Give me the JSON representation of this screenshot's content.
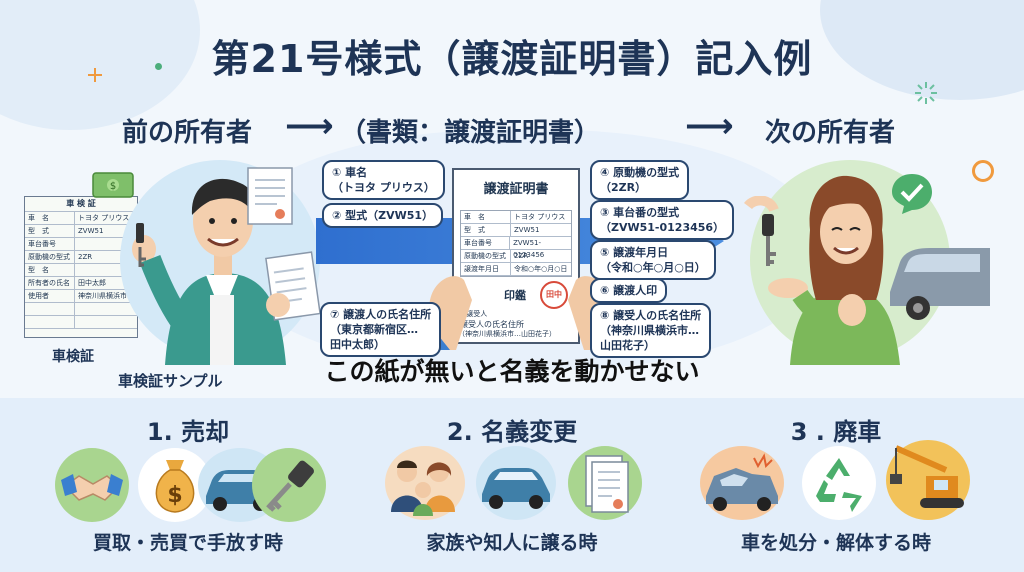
{
  "title": "第21号様式（譲渡証明書）記入例",
  "flow": {
    "previous_owner": "前の所有者",
    "document": "（書類：譲渡証明書）",
    "next_owner": "次の所有者",
    "arrow_glyph": "⟶"
  },
  "shaken": {
    "doc_title": "車 検 証",
    "rows": [
      {
        "k": "車　名",
        "v": "トヨタ プリウス"
      },
      {
        "k": "型　式",
        "v": "ZVW51"
      },
      {
        "k": "車台番号",
        "v": ""
      },
      {
        "k": "原動機の型式",
        "v": "2ZR"
      },
      {
        "k": "型　名",
        "v": ""
      },
      {
        "k": "所有者の氏名",
        "v": "田中太郎"
      },
      {
        "k": "使用者",
        "v": "神奈川県横浜市"
      },
      {
        "k": "",
        "v": ""
      },
      {
        "k": "",
        "v": ""
      }
    ],
    "label": "車検証",
    "sample_label": "車検証サンプル"
  },
  "cert": {
    "doc_title": "譲渡証明書",
    "rows": [
      {
        "k": "車　名",
        "v": "トヨタ プリウス"
      },
      {
        "k": "型　式",
        "v": "ZVW51"
      },
      {
        "k": "車台番号",
        "v": "ZVW51-0123456"
      },
      {
        "k": "原動機の型式",
        "v": "2ZR"
      },
      {
        "k": "譲渡年月日",
        "v": "令和○年○月○日"
      }
    ],
    "seal_label": "印鑑",
    "seal_char": "田中",
    "transferee_tag": "⑧譲受人",
    "transferee_line1": "譲受人の氏名住所",
    "transferee_line2": "（神奈川県横浜市…山田花子）"
  },
  "callouts": [
    {
      "lines": [
        "① 車名",
        "（トヨタ プリウス）"
      ]
    },
    {
      "lines": [
        "② 型式（ZVW51）"
      ]
    },
    {
      "lines": [
        "⑦ 譲渡人の氏名住所",
        "（東京都新宿区…",
        "田中太郎）"
      ]
    },
    {
      "lines": [
        "④ 原動機の型式",
        "（2ZR）"
      ]
    },
    {
      "lines": [
        "③ 車台番の型式",
        "（ZVW51-0123456）"
      ]
    },
    {
      "lines": [
        "⑤ 譲渡年月日",
        "（令和○年○月○日）"
      ]
    },
    {
      "lines": [
        "⑥ 譲渡人印"
      ]
    },
    {
      "lines": [
        "⑧ 譲受人の氏名住所",
        "（神奈川県横浜市…",
        "山田花子）"
      ]
    }
  ],
  "warning": "この紙が無いと名義を動かせない",
  "sections": [
    {
      "title": "1. 売却",
      "caption": "買取・売買で手放す時",
      "icons": [
        "handshake-icon",
        "money-bag-icon",
        "car-icon",
        "key-icon"
      ]
    },
    {
      "title": "2. 名義変更",
      "caption": "家族や知人に譲る時",
      "icons": [
        "family-icon",
        "car-icon",
        "document-icon"
      ]
    },
    {
      "title": "3 . 廃車",
      "caption": "車を処分・解体する時",
      "icons": [
        "crashed-car-icon",
        "recycle-icon",
        "crane-icon"
      ]
    }
  ],
  "colors": {
    "navy": "#1e3456",
    "accent_blue": "#2f6fcf",
    "green": "#7fc86a",
    "orange": "#f09a3e"
  }
}
